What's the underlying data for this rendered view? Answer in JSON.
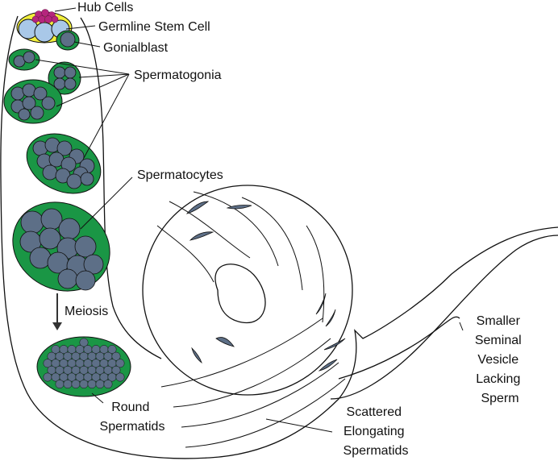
{
  "colors": {
    "background": "#ffffff",
    "outline": "#111111",
    "cell_fill": "#5d6f87",
    "cyst_green": "#1a9645",
    "hub_magenta": "#b5267d",
    "stem_yellow": "#f2ef3c",
    "stem_cell_blue": "#a9c8e8",
    "elongating_fill": "#5d6f87"
  },
  "icons": {
    "arrow": "down-arrow-icon"
  },
  "labels": {
    "hub_cells": "Hub Cells",
    "germline_stem_cell": "Germline Stem Cell",
    "gonialblast": "Gonialblast",
    "spermatogonia": "Spermatogonia",
    "spermatocytes": "Spermatocytes",
    "meiosis": "Meiosis",
    "round_spermatids": [
      "Round",
      "Spermatids"
    ],
    "scattered_elongating_spermatids": [
      "Scattered",
      "Elongating",
      "Spermatids"
    ],
    "smaller_seminal_vesicle": [
      "Smaller",
      "Seminal",
      "Vesicle",
      "Lacking",
      "Sperm"
    ]
  }
}
